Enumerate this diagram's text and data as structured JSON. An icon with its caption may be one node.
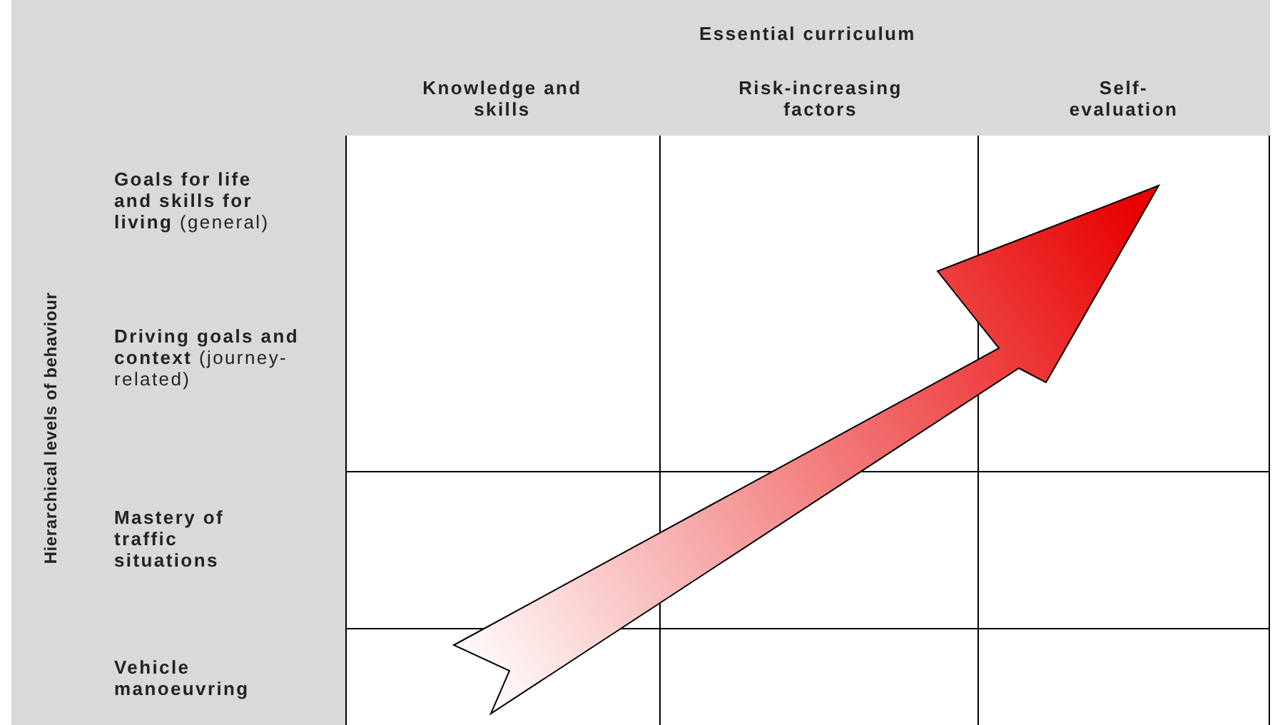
{
  "diagram": {
    "labels": [
      "Essential curriculum",
      "Knowledge and skills",
      "Risk-increasing factors",
      "Self-evaluation",
      "Hierarchical levels of behaviour",
      "**Goals for life and skills for living** (general)",
      "**Driving goals and context** (journey-related)",
      "Mastery of traffic situations",
      "Vehicle manoeuvring"
    ]
  }
}
